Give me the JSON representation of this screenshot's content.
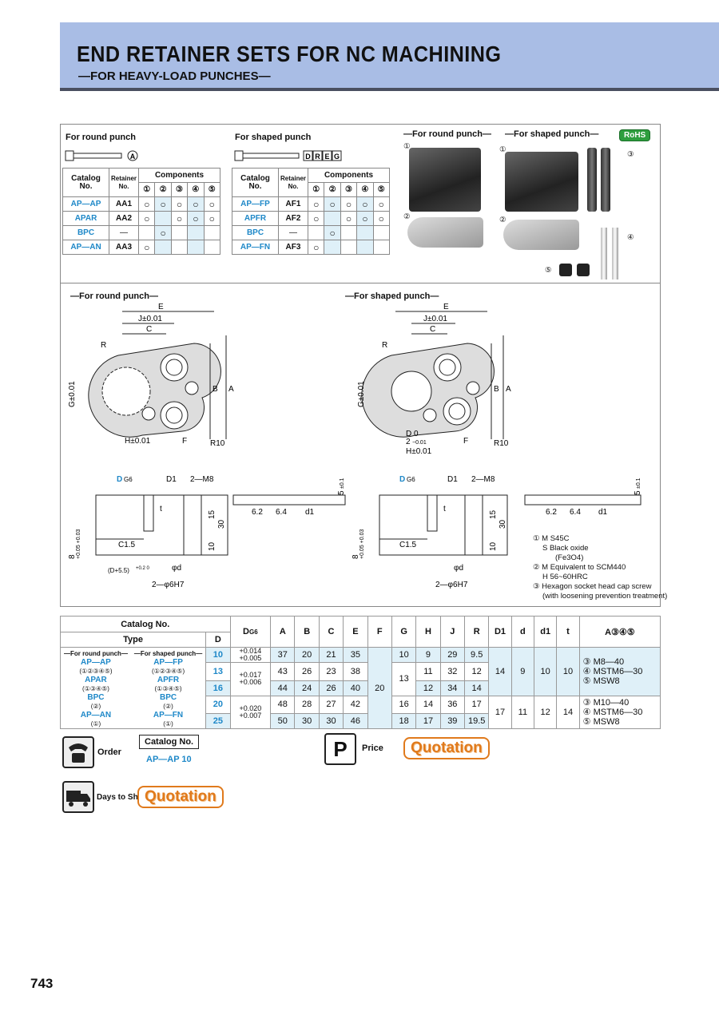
{
  "header": {
    "title": "END RETAINER SETS FOR NC MACHINING",
    "subtitle": "—FOR HEAVY-LOAD PUNCHES—"
  },
  "round": {
    "heading": "For round punch",
    "symbol": "A",
    "cols": {
      "catalog": "Catalog No.",
      "retainer": "Retainer No.",
      "components": "Components",
      "nums": [
        "①",
        "②",
        "③",
        "④",
        "⑤"
      ]
    },
    "rows": [
      {
        "cat": "AP—AP",
        "ret": "AA1",
        "m": [
          "○",
          "○",
          "○",
          "○",
          "○"
        ]
      },
      {
        "cat": "APAR",
        "ret": "AA2",
        "m": [
          "○",
          "",
          "○",
          "○",
          "○"
        ]
      },
      {
        "cat": "BPC",
        "ret": "—",
        "m": [
          "",
          "○",
          "",
          "",
          ""
        ]
      },
      {
        "cat": "AP—AN",
        "ret": "AA3",
        "m": [
          "○",
          "",
          "",
          "",
          ""
        ]
      }
    ]
  },
  "shaped": {
    "heading": "For shaped punch",
    "symbols": [
      "D",
      "R",
      "E",
      "G"
    ],
    "rows": [
      {
        "cat": "AP—FP",
        "ret": "AF1",
        "m": [
          "○",
          "○",
          "○",
          "○",
          "○"
        ]
      },
      {
        "cat": "APFR",
        "ret": "AF2",
        "m": [
          "○",
          "",
          "○",
          "○",
          "○"
        ]
      },
      {
        "cat": "BPC",
        "ret": "—",
        "m": [
          "",
          "○",
          "",
          "",
          ""
        ]
      },
      {
        "cat": "AP—FN",
        "ret": "AF3",
        "m": [
          "○",
          "",
          "",
          "",
          ""
        ]
      }
    ]
  },
  "photos": {
    "round_label": "—For round punch—",
    "shaped_label": "—For shaped punch—",
    "rohs": "RoHS",
    "nums": [
      "①",
      "②",
      "③",
      "④",
      "⑤"
    ]
  },
  "drawings": {
    "round_label": "—For round punch—",
    "shaped_label": "—For shaped punch—",
    "dims": {
      "E": "E",
      "J": "J±0.01",
      "C": "C",
      "R": "R",
      "B": "B",
      "A": "A",
      "G": "G±0.01",
      "H": "H±0.01",
      "F": "F",
      "R10": "R10",
      "DG6": "D",
      "G6": "G6",
      "D1": "D1",
      "M8": "2—M8",
      "t": "t",
      "d15": "15",
      "d30": "30",
      "d10": "10",
      "C15": "C1.5",
      "D55": "(D+5.5)",
      "tol55": "+0.2 0",
      "phid": "φd",
      "phi6": "2—φ6H7",
      "d8": "8",
      "tol8": "+0.05 +0.03",
      "v62": "6.2",
      "v64": "6.4",
      "d1": "d1",
      "v5": "5",
      "tol5": "±0.1",
      "D0": "D  0",
      "v2": "2",
      "tol2": "−0.01"
    },
    "notes": [
      "① M S45C",
      "S Black oxide",
      "(Fe3O4)",
      "② M Equivalent to SCM440",
      "H 56~60HRC",
      "③ Hexagon socket head cap screw",
      "(with loosening prevention treatment)"
    ]
  },
  "table": {
    "h": {
      "catalog": "Catalog No.",
      "type": "Type",
      "D": "D",
      "DG6": "D",
      "G6": "G6",
      "A": "A",
      "B": "B",
      "C": "C",
      "E": "E",
      "F": "F",
      "G": "G",
      "H": "H",
      "J": "J",
      "R": "R",
      "D1": "D1",
      "d": "d",
      "d1": "d1",
      "t": "t",
      "last": "A③④⑤",
      "round": "—For round punch—",
      "shaped": "—For shaped punch—"
    },
    "types": {
      "r": [
        [
          "AP—AP",
          "(①②③④⑤)"
        ],
        [
          "APAR",
          "(①③④⑤)"
        ],
        [
          "BPC",
          "(②)"
        ],
        [
          "AP—AN",
          "(①)"
        ]
      ],
      "s": [
        [
          "AP—FP",
          "(①②③④⑤)"
        ],
        [
          "APFR",
          "(①③④⑤)"
        ],
        [
          "BPC",
          "(②)"
        ],
        [
          "AP—FN",
          "(①)"
        ]
      ]
    },
    "rows": [
      {
        "D": "10",
        "A": "37",
        "B": "20",
        "C": "21",
        "E": "35",
        "G": "10",
        "H": "9",
        "J": "29",
        "R": "9.5"
      },
      {
        "D": "13",
        "A": "43",
        "B": "26",
        "C": "23",
        "E": "38",
        "G": "",
        "H": "11",
        "J": "32",
        "R": "12"
      },
      {
        "D": "16",
        "A": "44",
        "B": "24",
        "C": "26",
        "E": "40",
        "G": "",
        "H": "12",
        "J": "34",
        "R": "14"
      },
      {
        "D": "20",
        "A": "48",
        "B": "28",
        "C": "27",
        "E": "42",
        "G": "16",
        "H": "14",
        "J": "36",
        "R": "17"
      },
      {
        "D": "25",
        "A": "50",
        "B": "30",
        "C": "30",
        "E": "46",
        "G": "18",
        "H": "17",
        "J": "39",
        "R": "19.5"
      }
    ],
    "tol1": "+0.014 +0.005",
    "tol2": "+0.017 +0.006",
    "tol3": "+0.020 +0.007",
    "F": "20",
    "G13": "13",
    "g1": {
      "D1": "14",
      "d": "9",
      "d1": "10",
      "t": "10",
      "parts": [
        "③ M8—40",
        "④ MSTM6—30",
        "⑤ MSW8"
      ]
    },
    "g2": {
      "D1": "17",
      "d": "11",
      "d1": "12",
      "t": "14",
      "parts": [
        "③ M10—40",
        "④ MSTM6—30",
        "⑤ MSW8"
      ]
    }
  },
  "order": {
    "label": "Order",
    "cat_label": "Catalog No.",
    "example": "AP—AP 10"
  },
  "price": {
    "label": "Price",
    "value": "Quotation",
    "icon": "P"
  },
  "ship": {
    "label": "Days to Ship",
    "value": "Quotation"
  },
  "page_number": "743"
}
